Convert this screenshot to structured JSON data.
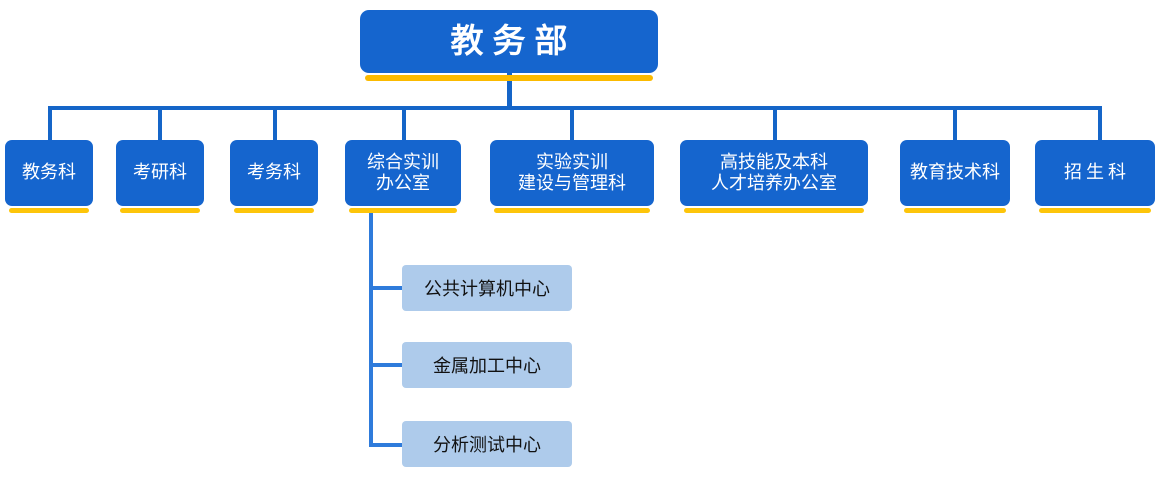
{
  "chart_data": {
    "type": "diagram",
    "diagram_type": "organization-chart",
    "title": "教务部",
    "orientation": "top-down",
    "colors": {
      "node_blue": "#1565CE",
      "node_blue_accent": "#FDC50A",
      "root_accent": "#FBBA00",
      "node_light": "#AECBEB",
      "connector": "#1565C8",
      "connector_sub": "#2E7BDB",
      "text_on_blue": "#FFFFFF",
      "text_on_light": "#111111"
    },
    "nodes": [
      {
        "id": "root",
        "label": "教务部",
        "level": 0,
        "style": "blue"
      },
      {
        "id": "n1",
        "label": "教务科",
        "level": 1,
        "style": "blue"
      },
      {
        "id": "n2",
        "label": "考研科",
        "level": 1,
        "style": "blue"
      },
      {
        "id": "n3",
        "label": "考务科",
        "level": 1,
        "style": "blue"
      },
      {
        "id": "n4",
        "label": "综合实训\n办公室",
        "level": 1,
        "style": "blue"
      },
      {
        "id": "n5",
        "label": "实验实训\n建设与管理科",
        "level": 1,
        "style": "blue"
      },
      {
        "id": "n6",
        "label": "高技能及本科\n人才培养办公室",
        "level": 1,
        "style": "blue"
      },
      {
        "id": "n7",
        "label": "教育技术科",
        "level": 1,
        "style": "blue"
      },
      {
        "id": "n8",
        "label": "招生科",
        "level": 1,
        "style": "blue"
      },
      {
        "id": "s1",
        "label": "公共计算机中心",
        "level": 2,
        "style": "light",
        "parent": "n4"
      },
      {
        "id": "s2",
        "label": "金属加工中心",
        "level": 2,
        "style": "light",
        "parent": "n4"
      },
      {
        "id": "s3",
        "label": "分析测试中心",
        "level": 2,
        "style": "light",
        "parent": "n4"
      }
    ],
    "edges": [
      {
        "from": "root",
        "to": "n1"
      },
      {
        "from": "root",
        "to": "n2"
      },
      {
        "from": "root",
        "to": "n3"
      },
      {
        "from": "root",
        "to": "n4"
      },
      {
        "from": "root",
        "to": "n5"
      },
      {
        "from": "root",
        "to": "n6"
      },
      {
        "from": "root",
        "to": "n7"
      },
      {
        "from": "root",
        "to": "n8"
      },
      {
        "from": "n4",
        "to": "s1"
      },
      {
        "from": "n4",
        "to": "s2"
      },
      {
        "from": "n4",
        "to": "s3"
      }
    ]
  },
  "root": {
    "label": "教务部"
  },
  "departments": [
    {
      "label": "教务科"
    },
    {
      "label": "考研科"
    },
    {
      "label": "考务科"
    },
    {
      "label": "综合实训\n办公室"
    },
    {
      "label": "实验实训\n建设与管理科"
    },
    {
      "label": "高技能及本科\n人才培养办公室"
    },
    {
      "label": "教育技术科"
    },
    {
      "label": "招生科"
    }
  ],
  "sub_units": [
    {
      "label": "公共计算机中心"
    },
    {
      "label": "金属加工中心"
    },
    {
      "label": "分析测试中心"
    }
  ]
}
